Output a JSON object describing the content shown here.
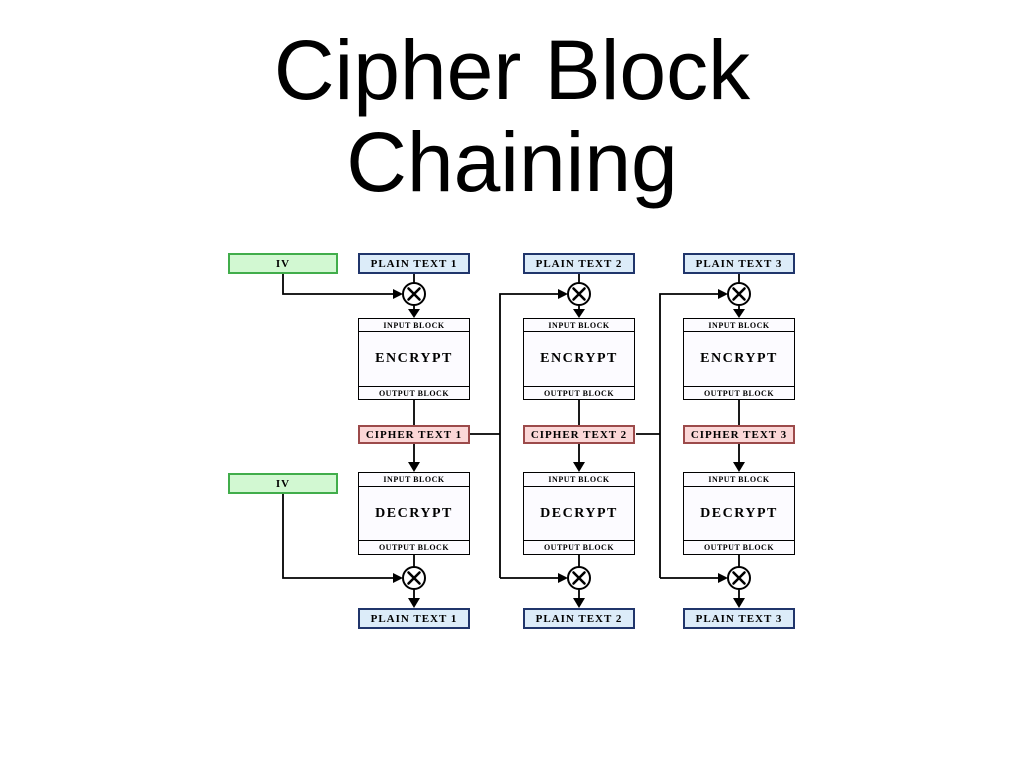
{
  "title": {
    "line1": "Cipher Block",
    "line2": "Chaining"
  },
  "diagram": {
    "iv_top": "IV",
    "iv_bottom": "IV",
    "labels": {
      "input_block": "INPUT BLOCK",
      "output_block": "OUTPUT BLOCK",
      "encrypt": "ENCRYPT",
      "decrypt": "DECRYPT"
    },
    "columns": [
      {
        "plaintext_top": "PLAIN TEXT 1",
        "ciphertext": "CIPHER TEXT 1",
        "plaintext_bottom": "PLAIN TEXT 1"
      },
      {
        "plaintext_top": "PLAIN TEXT 2",
        "ciphertext": "CIPHER TEXT 2",
        "plaintext_bottom": "PLAIN TEXT 2"
      },
      {
        "plaintext_top": "PLAIN TEXT 3",
        "ciphertext": "CIPHER TEXT 3",
        "plaintext_bottom": "PLAIN TEXT 3"
      }
    ],
    "colors": {
      "iv_fill": "#d2f8d2",
      "iv_border": "#41ad4b",
      "plaintext_fill": "#dcecf9",
      "plaintext_border": "#20356b",
      "ciphertext_fill": "#fbd7d7",
      "ciphertext_border": "#9c4a4a",
      "block_fill": "#fcfbff",
      "block_border": "#000000",
      "line": "#000000"
    }
  }
}
